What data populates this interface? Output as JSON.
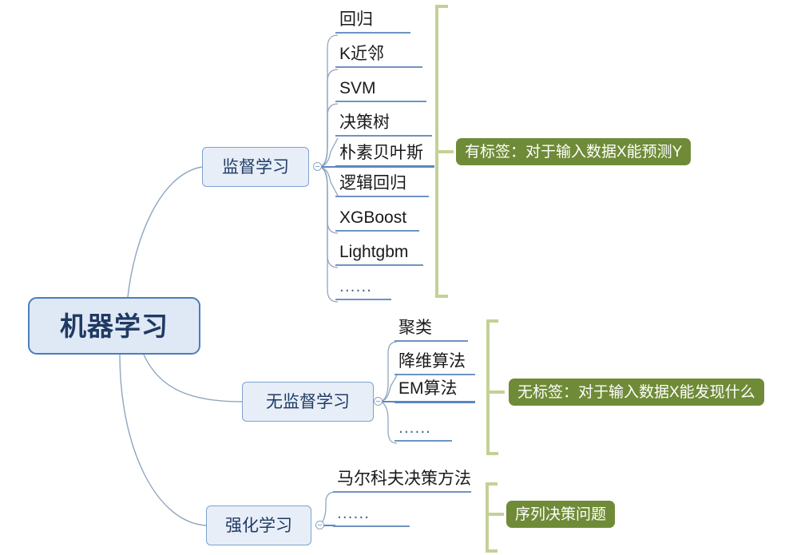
{
  "diagram": {
    "title": "机器学习",
    "root": {
      "label": "机器学习"
    },
    "branches": [
      {
        "id": "supervised",
        "label": "监督学习",
        "collapse_icon": "collapse-circle-icon",
        "leaves": [
          {
            "label": "回归"
          },
          {
            "label": "K近邻"
          },
          {
            "label": "SVM"
          },
          {
            "label": "决策树"
          },
          {
            "label": "朴素贝叶斯"
          },
          {
            "label": "逻辑回归"
          },
          {
            "label": "XGBoost"
          },
          {
            "label": "Lightgbm"
          },
          {
            "label": "......"
          }
        ],
        "summary": "有标签：对于输入数据X能预测Y"
      },
      {
        "id": "unsupervised",
        "label": "无监督学习",
        "collapse_icon": "collapse-circle-icon",
        "leaves": [
          {
            "label": "聚类"
          },
          {
            "label": "降维算法"
          },
          {
            "label": "EM算法"
          },
          {
            "label": "......"
          }
        ],
        "summary": "无标签：对于输入数据X能发现什么"
      },
      {
        "id": "reinforcement",
        "label": "强化学习",
        "collapse_icon": "collapse-circle-icon",
        "leaves": [
          {
            "label": "马尔科夫决策方法"
          },
          {
            "label": "......"
          }
        ],
        "summary": "序列决策问题"
      }
    ],
    "colors": {
      "root_fill": "#dfe8f5",
      "root_border": "#4a7dbd",
      "root_text": "#1f3a63",
      "branch_fill": "#e7eef8",
      "branch_border": "#7ba3cf",
      "leaf_underline": "#6e93c4",
      "summary_fill": "#6f8b37",
      "summary_text": "#ffffff",
      "bracket": "#c3d196",
      "connector": "#8fa6bf"
    }
  }
}
